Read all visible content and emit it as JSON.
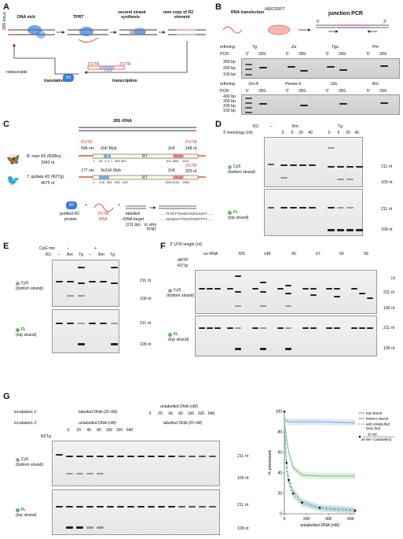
{
  "panels": {
    "a": "A",
    "b": "B",
    "c": "C",
    "d": "D",
    "e": "E",
    "f": "F",
    "g": "G"
  },
  "panel_a": {
    "dna_nick": "DNA nick",
    "tprt": "TPRT",
    "second_strand": "second strand",
    "synthesis": "synthesis",
    "new_copy": "new copy of R2",
    "element": "element",
    "locus": "28S locus",
    "replaceable": "replaceable",
    "r2": "R2",
    "utr5": "5'UTR",
    "utr3": "3'UTR",
    "orf": "ORF",
    "translation": "translation",
    "transcription": "transcription"
  },
  "panel_b": {
    "rna_transfection": "RNA transfection",
    "cell_line": "HEK293FT",
    "junction_pcr": "junction PCR",
    "p5": "5'",
    "p3": "3'",
    "ortholog": "ortholog:",
    "pcr": "PCR:",
    "row1": [
      "Tg",
      "Za",
      "Tgu",
      "Pm"
    ],
    "row2": [
      "Sm-A",
      "Perere-9",
      "Gfo",
      "Bm"
    ],
    "site_5": "5'",
    "site_28s": "28S",
    "sizes": [
      "300 bp",
      "200 bp",
      "100 bp"
    ],
    "sizes2": [
      "400 bp",
      "300 bp",
      "200 bp",
      "100 bp"
    ]
  },
  "panel_c": {
    "title": "28S rDNA",
    "bm_name": "B. mori R2 (R2Bm)",
    "bm_len": "3342 nt",
    "tg_name": "T. guttata R2 (R2Tg)",
    "tg_len": "4675 nt",
    "bm_utr5": "5'UTR",
    "bm_utr5_len": "596 nt+",
    "bm_znf": "ZnF Myb",
    "bm_rt": "RT",
    "bm_znf2": "ZnF",
    "bm_utr3": "3'UTR",
    "bm_utr3_len": "248 nt",
    "bm_rle": "RLE",
    "bm_ticks": [
      "1",
      "32",
      "-1",
      "0",
      "7",
      "269",
      "387",
      "911",
      "968",
      "1114"
    ],
    "tg_utr5_len": "177 nt+",
    "tg_znf": "3xZnF Myb",
    "tg_rt": "RT",
    "tg_znf2": "ZnF",
    "tg_utr3": "3'UTR",
    "tg_utr3_len": "325 nt",
    "tg_rle": "RLE",
    "tg_ticks": [
      "1",
      "218",
      "381",
      "550",
      "625",
      "1193",
      "1244",
      "1360"
    ],
    "purified": "purified R2",
    "protein": "protein",
    "r2": "R2",
    "plus": "+",
    "utr3rna": "3'UTR",
    "rna": "RNA",
    "labelled": "labelled",
    "target": "rDNA target",
    "target_len": "(211 bp)",
    "invitro": "in vitro",
    "tprt": "TPRT",
    "seq1": "...TCTCTTAAGGTAGCCAAAT...",
    "seq2": "...AGAGAATTCCATCGGTTTA..."
  },
  "panel_d": {
    "r2": "R2:",
    "homology": "3' homology (nt):",
    "bm": "Bm",
    "tg": "Tg",
    "dash": "–",
    "homol_values": [
      "0",
      "5",
      "20",
      "40",
      "0",
      "5",
      "20",
      "40"
    ],
    "cy5": "Cy5",
    "cy5_sub": "(bottom strand)",
    "fl": "FL",
    "fl_sub": "(top strand)",
    "nt211": "211 nt",
    "nt100": "100 nt",
    "nt211b": "211 nt",
    "nt109": "109 nt"
  },
  "panel_e": {
    "cpg": "CpG me:",
    "minus": "–",
    "plus": "+",
    "r2": "R2:",
    "lanes": [
      "–",
      "Bm",
      "Tg",
      "–",
      "Bm",
      "Tg"
    ],
    "cy5": "Cy5",
    "cy5_sub": "(bottom strand)",
    "fl": "FL",
    "fl_sub": "(top strand)",
    "nt211": "211 nt",
    "nt100": "100 nt",
    "nt211b": "211 nt",
    "nt109": "109 nt"
  },
  "panel_f": {
    "utr_len": "3' UTR length (nt):",
    "groups": [
      "no RNA",
      "325",
      "149",
      "90",
      "67",
      "65",
      "58"
    ],
    "dntp": "dNTP:",
    "r2tg": "R2Tg:",
    "cy5": "Cy5",
    "cy5_sub": "(bottom strand)",
    "fl": "FL",
    "fl_sub": "(top strand)",
    "star": "(•)",
    "nt211": "211 nt",
    "nt100": "100 nt",
    "nt211b": "211 nt",
    "nt109": "109 nt"
  },
  "panel_g": {
    "incubation1": "incubation 1:",
    "incubation2": "incubation 2:",
    "inc1_left": "labelled DNA (20 nM)",
    "inc2_left": "unlabelled DNA (nM)",
    "inc1_right": "unlabelled DNA (nM)",
    "inc2_right": "labelled DNA (20 nM)",
    "conc_left": [
      "0",
      "20",
      "40",
      "80",
      "160",
      "320",
      "640"
    ],
    "conc_right": [
      "0",
      "20",
      "40",
      "80",
      "160",
      "320",
      "640"
    ],
    "r2tg": "R2Tg:",
    "cy5": "Cy5",
    "cy5_sub": "(bottom strand)",
    "fl": "FL",
    "fl_sub": "(top strand)",
    "nt211": "211 nt",
    "nt100": "100 nt",
    "nt211b": "211 nt",
    "nt109": "109 nt",
    "legend": [
      "top strand",
      "bottom strand",
      "add unlabelled",
      "DNA first"
    ],
    "formula_num": "20 nM",
    "formula_den": "20 nM + [unlabelled]"
  },
  "chart_data": {
    "type": "line",
    "xlabel": "unlabelled DNA (nM)",
    "ylabel": "% processed",
    "xlim": [
      0,
      640
    ],
    "ylim": [
      0,
      100
    ],
    "xticks": [
      "0",
      "200",
      "400",
      "600"
    ],
    "yticks": [
      "0",
      "20",
      "40",
      "60",
      "80",
      "100"
    ],
    "series": [
      {
        "name": "top strand",
        "color": "#7dc383",
        "x": [
          0,
          20,
          40,
          80,
          160,
          320,
          640
        ],
        "y": [
          90,
          72,
          60,
          45,
          38,
          37,
          37
        ]
      },
      {
        "name": "bottom strand",
        "color": "#7fa8d6",
        "x": [
          0,
          20,
          40,
          80,
          160,
          320,
          640
        ],
        "y": [
          92,
          91,
          90,
          90,
          90,
          90,
          89
        ]
      },
      {
        "name": "add unlabelled DNA first",
        "color": "#7dc383",
        "dash": true,
        "x": [
          0,
          20,
          40,
          80,
          160,
          320,
          640
        ],
        "y": [
          85,
          42,
          30,
          18,
          10,
          5,
          3
        ]
      },
      {
        "name": "add unlabelled DNA first",
        "color": "#7fa8d6",
        "dash": true,
        "x": [
          0,
          20,
          40,
          80,
          160,
          320,
          640
        ],
        "y": [
          88,
          50,
          34,
          22,
          12,
          6,
          4
        ]
      },
      {
        "name": "20 nM / (20 nM + [unlabelled])",
        "color": "#111",
        "points": true,
        "x": [
          0,
          20,
          40,
          80,
          160,
          320,
          640
        ],
        "y": [
          100,
          50,
          33,
          20,
          11,
          6,
          3
        ]
      }
    ]
  }
}
